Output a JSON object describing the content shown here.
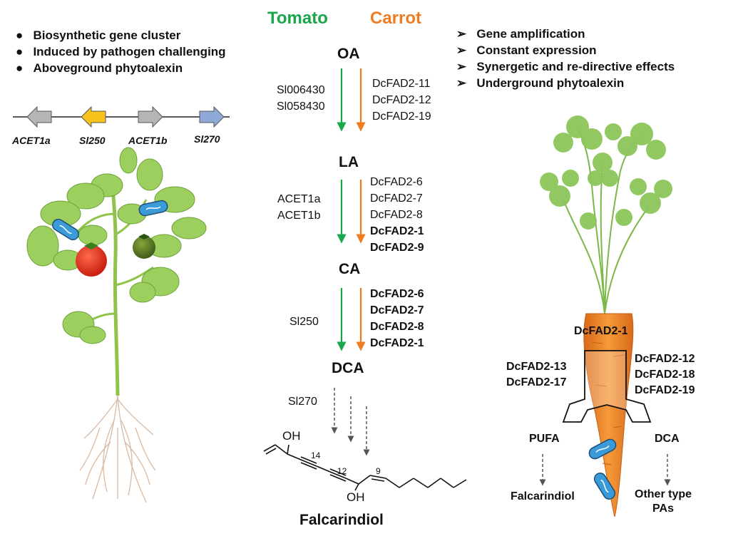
{
  "header": {
    "tomato": "Tomato",
    "carrot": "Carrot",
    "tomato_color": "#1aa64b",
    "carrot_color": "#f07c22"
  },
  "tomato_features": [
    "Biosynthetic gene cluster",
    "Induced by pathogen challenging",
    "Aboveground phytoalexin"
  ],
  "carrot_features": [
    "Gene amplification",
    "Constant expression",
    "Synergetic and re-directive effects",
    "Underground phytoalexin"
  ],
  "gene_cluster": [
    {
      "label": "ACET1a",
      "direction": "left",
      "color": "#b5b5b5"
    },
    {
      "label": "Sl250",
      "direction": "left",
      "color": "#f7c21b"
    },
    {
      "label": "ACET1b",
      "direction": "right",
      "color": "#b5b5b5"
    },
    {
      "label": "Sl270",
      "direction": "right",
      "color": "#8fa9d9"
    }
  ],
  "pathway": {
    "metabolites": [
      "OA",
      "LA",
      "CA",
      "DCA"
    ],
    "steps": [
      {
        "tomato": [
          "Sl006430",
          "Sl058430"
        ],
        "carrot": [
          "DcFAD2-11",
          "DcFAD2-12",
          "DcFAD2-19"
        ],
        "carrot_bold_from": 99
      },
      {
        "tomato": [
          "ACET1a",
          "ACET1b"
        ],
        "carrot": [
          "DcFAD2-6",
          "DcFAD2-7",
          "DcFAD2-8",
          "DcFAD2-1",
          "DcFAD2-9"
        ],
        "carrot_bold_from": 3
      },
      {
        "tomato": [
          "Sl250"
        ],
        "carrot": [
          "DcFAD2-6",
          "DcFAD2-7",
          "DcFAD2-8",
          "DcFAD2-1"
        ],
        "carrot_bold_from": 0
      }
    ],
    "last_step_enzyme": "Sl270",
    "product": "Falcarindiol",
    "structure_labels": {
      "oh_top": "OH",
      "oh_bottom": "OH",
      "c14": "14",
      "c12": "12",
      "c9": "9"
    }
  },
  "carrot_pathway": {
    "root": "DcFAD2-1",
    "left": [
      "DcFAD2-13",
      "DcFAD2-17"
    ],
    "right": [
      "DcFAD2-12",
      "DcFAD2-18",
      "DcFAD2-19"
    ],
    "left_product": "PUFA",
    "right_product": "DCA",
    "left_final": "Falcarindiol",
    "right_final": [
      "Other type",
      "PAs"
    ]
  }
}
